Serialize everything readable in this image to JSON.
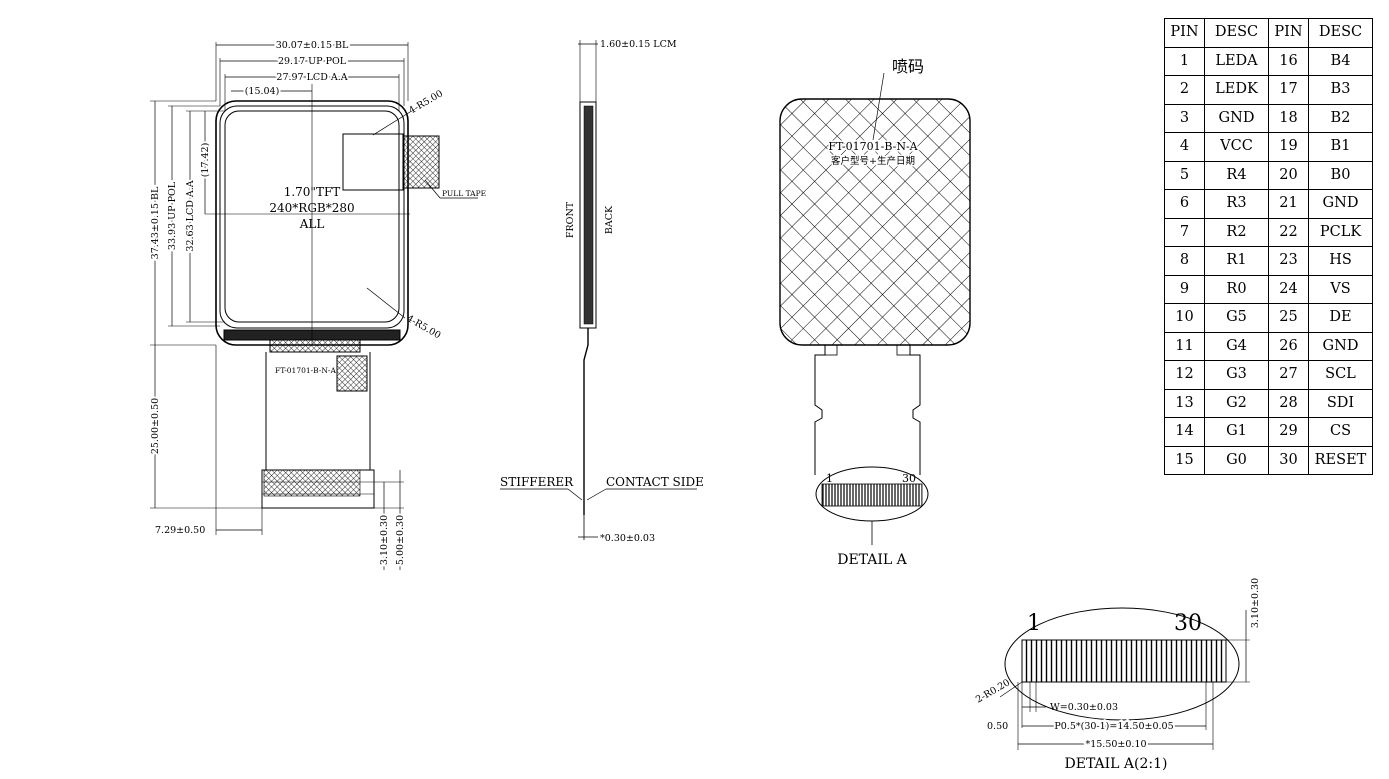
{
  "front_view": {
    "dim_width_bl": "30.07±0.15 BL",
    "dim_width_up_pol": "29.17 UP POL",
    "dim_width_lcd_aa": "27.97 LCD A.A",
    "dim_center_x": "(15.04)",
    "dim_height_bl": "37.43±0.15 BL",
    "dim_height_up_pol": "33.93 UP POL",
    "dim_height_lcd_aa": "32.63 LCD A.A",
    "dim_center_y": "(17.42)",
    "corner_radius_top": "4-R5.00",
    "corner_radius_bottom": "4-R5.00",
    "pull_tape": "PULL TAPE",
    "center_text_line1": "1.70\"TFT",
    "center_text_line2": "240*RGB*280",
    "center_text_line3": "ALL",
    "fpc_part_no": "FT-01701-B-N-A",
    "dim_fpc_length": "25.00±0.50",
    "dim_fpc_offset": "7.29±0.50",
    "dim_contact_len": "3.10±0.30",
    "dim_contact_total": "5.00±0.30"
  },
  "side_view": {
    "dim_thickness": "1.60±0.15 LCM",
    "front_label": "FRONT",
    "back_label": "BACK",
    "stifferer_label": "STIFFERER",
    "contact_side_label": "CONTACT SIDE",
    "dim_fpc_thickness": "*0.30±0.03"
  },
  "back_view": {
    "inkjet_label": "喷码",
    "part_no": "FT-01701-B-N-A",
    "date_code": "客户型号+生产日期",
    "pin_first": "1",
    "pin_last": "30",
    "detail_label": "DETAIL A"
  },
  "detail_view": {
    "pin_first": "1",
    "pin_last": "30",
    "dim_height": "3.10±0.30",
    "dim_radius": "2-R0.20",
    "dim_pin_width": "W=0.30±0.03",
    "dim_edge": "0.50",
    "dim_pitch": "P0.5*(30-1)=14.50±0.05",
    "dim_total": "*15.50±0.10",
    "title": "DETAIL A(2:1)"
  },
  "pin_table": {
    "headers": [
      "PIN",
      "DESC",
      "PIN",
      "DESC"
    ],
    "rows": [
      [
        "1",
        "LEDA",
        "16",
        "B4"
      ],
      [
        "2",
        "LEDK",
        "17",
        "B3"
      ],
      [
        "3",
        "GND",
        "18",
        "B2"
      ],
      [
        "4",
        "VCC",
        "19",
        "B1"
      ],
      [
        "5",
        "R4",
        "20",
        "B0"
      ],
      [
        "6",
        "R3",
        "21",
        "GND"
      ],
      [
        "7",
        "R2",
        "22",
        "PCLK"
      ],
      [
        "8",
        "R1",
        "23",
        "HS"
      ],
      [
        "9",
        "R0",
        "24",
        "VS"
      ],
      [
        "10",
        "G5",
        "25",
        "DE"
      ],
      [
        "11",
        "G4",
        "26",
        "GND"
      ],
      [
        "12",
        "G3",
        "27",
        "SCL"
      ],
      [
        "13",
        "G2",
        "28",
        "SDI"
      ],
      [
        "14",
        "G1",
        "29",
        "CS"
      ],
      [
        "15",
        "G0",
        "30",
        "RESET"
      ]
    ]
  }
}
